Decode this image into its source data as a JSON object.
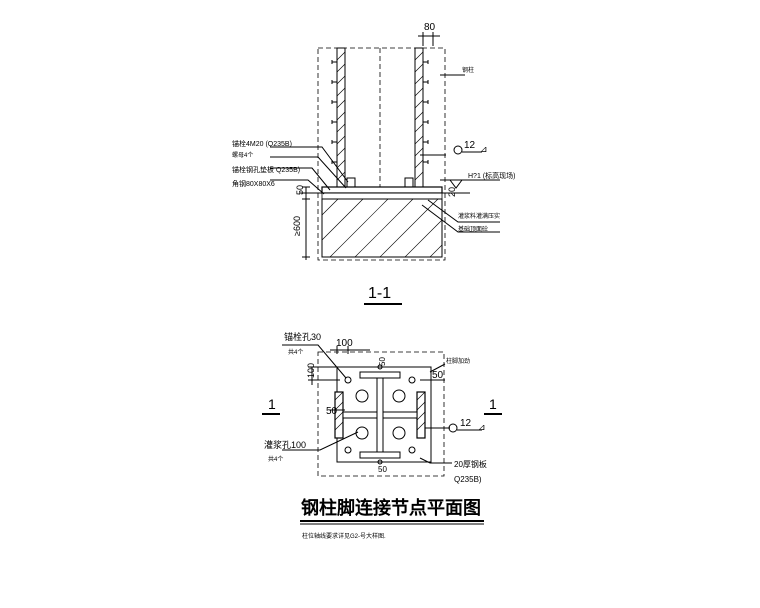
{
  "section_view": {
    "title": "1-1",
    "dim_top": "80",
    "dim_50": "50",
    "dim_20": "20",
    "dim_600": "≥600",
    "label_column": "钢柱",
    "label_bolt": "锚栓4M20 (Q235B)",
    "label_nut": "螺母4个",
    "label_plate": "锚栓钢孔垫板 Q235B)",
    "label_angle": "角钢80X80X6",
    "label_weld": "12",
    "label_elev": "H?1 (标高现场)",
    "label_grout": "灌浆料灌满压实",
    "label_concrete": "基础顶面砼",
    "label_weld_sym": "⊿"
  },
  "plan_view": {
    "title": "钢柱脚连接节点平面图",
    "note": "柱位轴线要求详见G2-号大样图.",
    "label_hole": "锚栓孔30",
    "label_hole_count": "共4个",
    "label_stiffener": "柱脚加劲",
    "label_grout_hole": "灌浆孔100",
    "label_grout_count": "共4个",
    "label_weld": "12",
    "label_plate": "20厚钢板",
    "label_plate_mat": "Q235B)",
    "dim_100_top": "100",
    "dim_100_left": "100",
    "dim_50_top": "50",
    "dim_50_right": "50",
    "dim_50_left": "50",
    "dim_50_bottom": "50",
    "section_mark_left": "1",
    "section_mark_right": "1"
  }
}
